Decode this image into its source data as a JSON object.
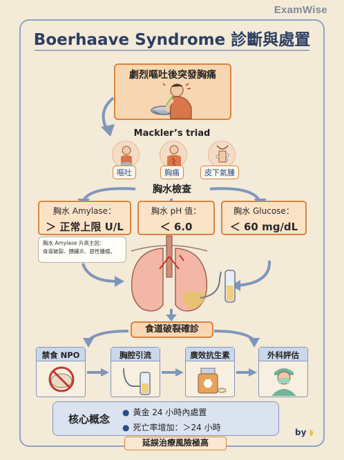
{
  "brand": "ExamWise",
  "title": "Boerhaave Syndrome 診斷與處置",
  "presentation": "劇烈嘔吐後突發胸痛",
  "triad": {
    "title": "Mackler’s triad",
    "items": [
      "嘔吐",
      "胸痛",
      "皮下氣腫"
    ]
  },
  "exam_title": "胸水檢查",
  "tests": [
    {
      "name": "胸水 Amylase：",
      "value": "＞ 正常上限 U/L"
    },
    {
      "name": "胸水 pH 值：",
      "value": "＜ 6.0"
    },
    {
      "name": "胸水 Glucose：",
      "value": "＜ 60 mg/dL"
    }
  ],
  "amylase_note": {
    "line1": "胸水 Amylase 升高主因：",
    "line2": "食道破裂、胰臟炎、惡性腫瘤。"
  },
  "diagnosis": "食道破裂確診",
  "steps": [
    "禁食 NPO",
    "胸腔引流",
    "廣效抗生素",
    "外科評估"
  ],
  "core": {
    "label": "核心概念",
    "items": [
      "黃金 24 小時內處置",
      "死亡率增加：＞24 小時"
    ]
  },
  "byline": "by",
  "risk": "延誤治療風險極高",
  "colors": {
    "accent_orange": "#d9843d",
    "accent_blue": "#7f96bb",
    "title_navy": "#2c3f62",
    "background": "#f3ead8"
  }
}
